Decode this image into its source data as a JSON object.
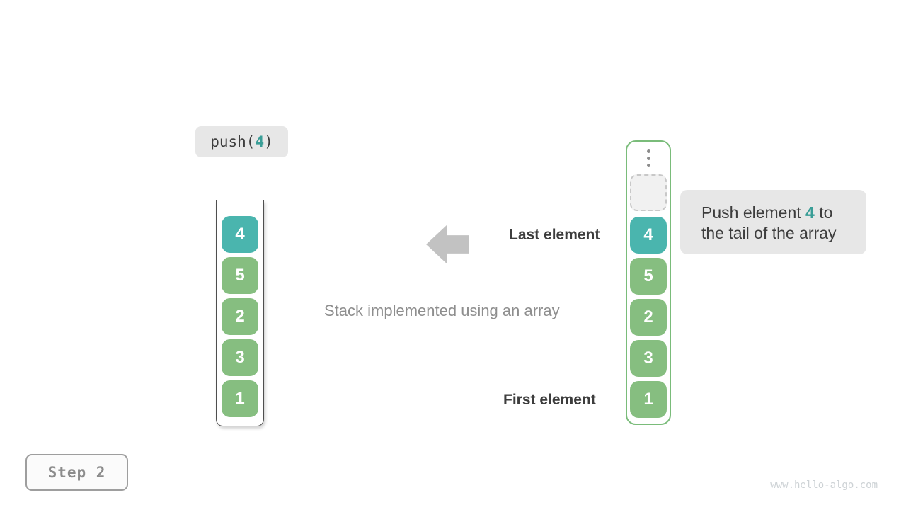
{
  "colors": {
    "bg": "#ffffff",
    "teal": "#4ab5ae",
    "teal-text": "#3a9e97",
    "green": "#86be80",
    "green-border": "#7abc7a",
    "badge-bg": "#e7e7e7",
    "dark-text": "#3d3d3d",
    "muted-text": "#8e8e8e",
    "arrow": "#c2c2c2",
    "dot": "#8c8c8c",
    "slot-bg": "#f1f1f1",
    "slot-border": "#c8c8c8",
    "stack-border": "#4f4f4f",
    "step-border": "#9e9e9e",
    "step-text": "#8c8c8c",
    "step-bg": "#fbfbfb",
    "watermark": "#cdd2d5"
  },
  "operation": {
    "prefix": "push(",
    "arg": "4",
    "suffix": ")"
  },
  "left_stack": {
    "items": [
      {
        "value": "4",
        "type": "teal"
      },
      {
        "value": "5",
        "type": "green"
      },
      {
        "value": "2",
        "type": "green"
      },
      {
        "value": "3",
        "type": "green"
      },
      {
        "value": "1",
        "type": "green"
      }
    ]
  },
  "right_array": {
    "items": [
      {
        "value": "4",
        "type": "teal"
      },
      {
        "value": "5",
        "type": "green"
      },
      {
        "value": "2",
        "type": "green"
      },
      {
        "value": "3",
        "type": "green"
      },
      {
        "value": "1",
        "type": "green"
      }
    ]
  },
  "labels": {
    "last_element": "Last element",
    "first_element": "First element",
    "caption": "Stack implemented using an array"
  },
  "annotation": {
    "prefix": "Push element ",
    "highlight": "4",
    "middle": " to",
    "line2": "the tail of the array"
  },
  "step": {
    "label": "Step 2"
  },
  "watermark": {
    "text": "www.hello-algo.com"
  }
}
